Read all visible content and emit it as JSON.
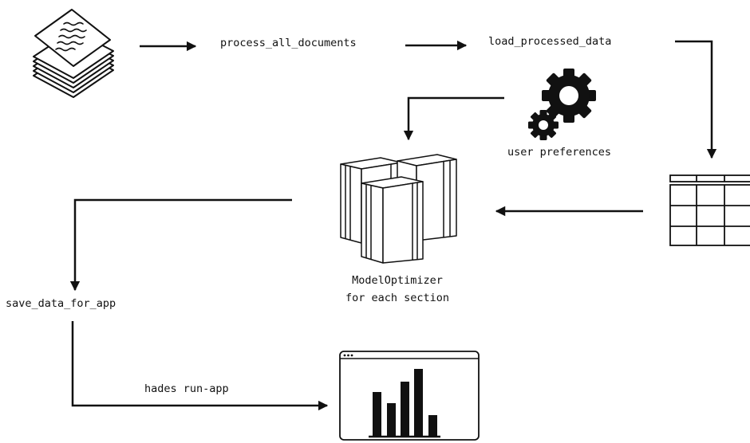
{
  "labels": {
    "step_process": "process_all_documents",
    "step_load": "load_processed_data",
    "user_prefs": "user preferences",
    "optimizer_line1": "ModelOptimizer",
    "optimizer_line2": "for each section",
    "step_save": "save_data_for_app",
    "run_command": "hades run-app"
  },
  "icons": {
    "documents": "document-stack-icon",
    "gears": "gears-icon",
    "servers": "server-blocks-icon",
    "table": "table-icon",
    "app": "app-window-chart-icon"
  },
  "colors": {
    "ink": "#111111",
    "background": "#ffffff"
  }
}
